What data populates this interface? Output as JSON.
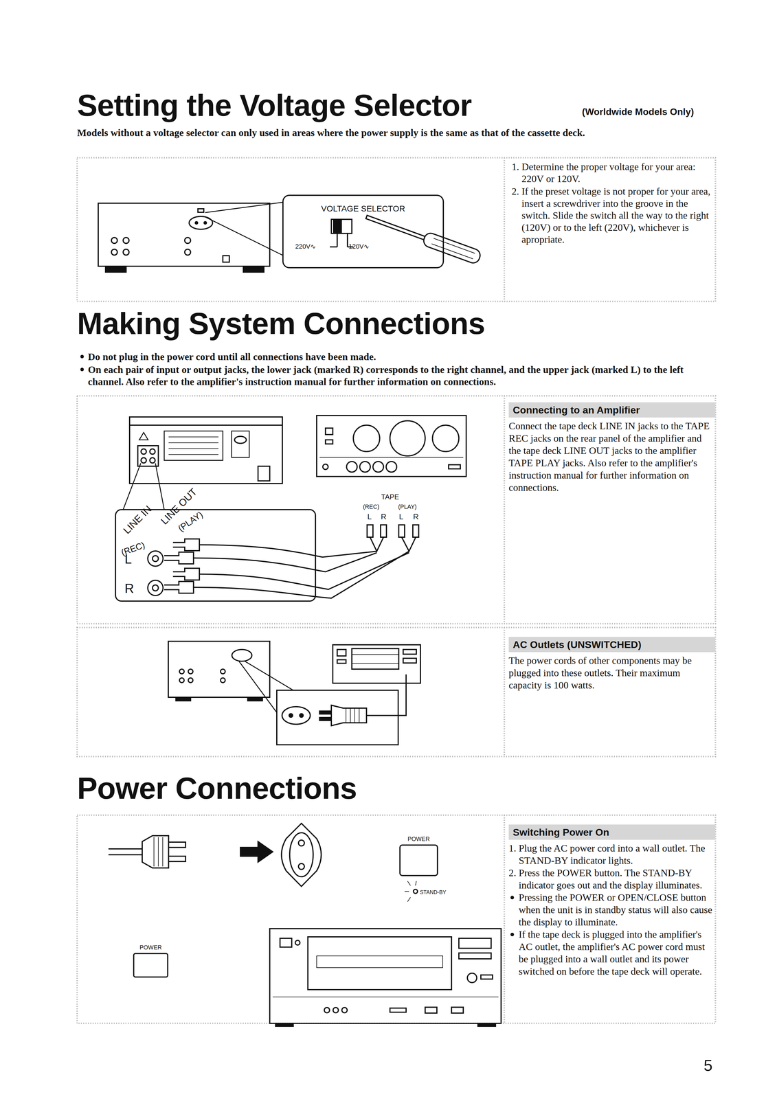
{
  "diagram": {
    "title": "Setting the Voltage Selector",
    "nodes": [
      {
        "text": [
          "VOLTAGE SELECTOR",
          "220V∿",
          "120V∿"
        ]
      },
      {
        "text": [
          "Connecting to an Amplifier",
          "Connect the tape deck LINE IN jacks to the TAPE REC jacks on the rear panel of the amplifier and the tape deck LINE OUT jacks to the amplifier TAPE PLAY jacks. Also refer to the amplifier's instruction manual for further information on connections."
        ]
      },
      {
        "text": [
          "AC Outlets (UNSWITCHED)",
          "The power cords of other components may be plugged into these outlets. Their maximum capacity is 100 watts."
        ]
      },
      {
        "text": [
          "POWER"
        ]
      },
      {
        "text": [
          "POWER"
        ]
      },
      {
        "text": [
          "Switching Power On",
          "1. Plug the AC power cord into a wall outlet. The STAND-BY indicator lights.",
          "2. Press the POWER button. The STAND-BY indicator goes out and the display illuminates.",
          "Pressing the POWER or OPEN/CLOSE button when the unit is in standby status will also cause the display to illuminate.",
          "If the tape deck is plugged into the amplifier's AC outlet, the amplifier's AC power cord must be plugged into a wall outlet and its power switched on before the tape deck will operate."
        ]
      }
    ],
    "labels": [
      "(Worldwide Models Only)",
      "Models without a voltage selector can only used in areas where the power supply is the same as that of the cassette deck.",
      "1. Determine the proper voltage for your area: 220V or 120V.",
      "2. If the preset voltage is not proper for your area, insert a screwdriver into the groove in the switch. Slide the switch all the way to the right (120V) or to the left (220V), whichever is apropriate.",
      "Making System Connections",
      "Do not plug in the power cord until all connections have been made.",
      "On each pair of input or output jacks, the lower jack (marked R) corresponds to the right channel, and the upper jack (marked L) to the left channel. Also refer to the amplifier's instruction manual for further information on connections.",
      "TAPE",
      "(REC)",
      "(PLAY)",
      "L",
      "R",
      "L",
      "R",
      "LINE IN",
      "(REC)",
      "LINE OUT",
      "(PLAY)",
      "L",
      "R",
      "Power Connections",
      "STAND-BY",
      "5"
    ]
  }
}
